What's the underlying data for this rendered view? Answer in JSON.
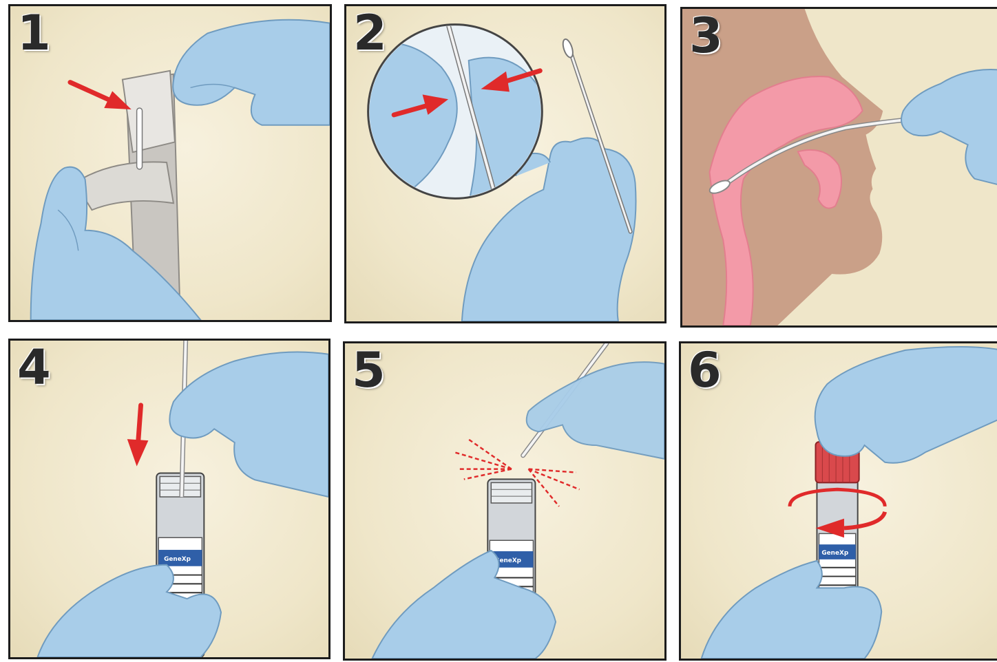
{
  "steps": [
    {
      "number": "1"
    },
    {
      "number": "2"
    },
    {
      "number": "3"
    },
    {
      "number": "4"
    },
    {
      "number": "5"
    },
    {
      "number": "6"
    }
  ],
  "tube_brand": "GeneXp",
  "colors": {
    "glove": "#a8cde9",
    "glove_outline": "#6f9bbf",
    "arrow": "#e02a2a",
    "background": "#efe6c9",
    "cap": "#d9494c",
    "nasal_tissue": "#f39aa8",
    "face": "#caa088"
  },
  "icons": [
    "glove-hand-icon",
    "swab-icon",
    "red-arrow-icon",
    "sample-tube-icon",
    "rotate-arrow-icon",
    "snap-lines-icon"
  ]
}
